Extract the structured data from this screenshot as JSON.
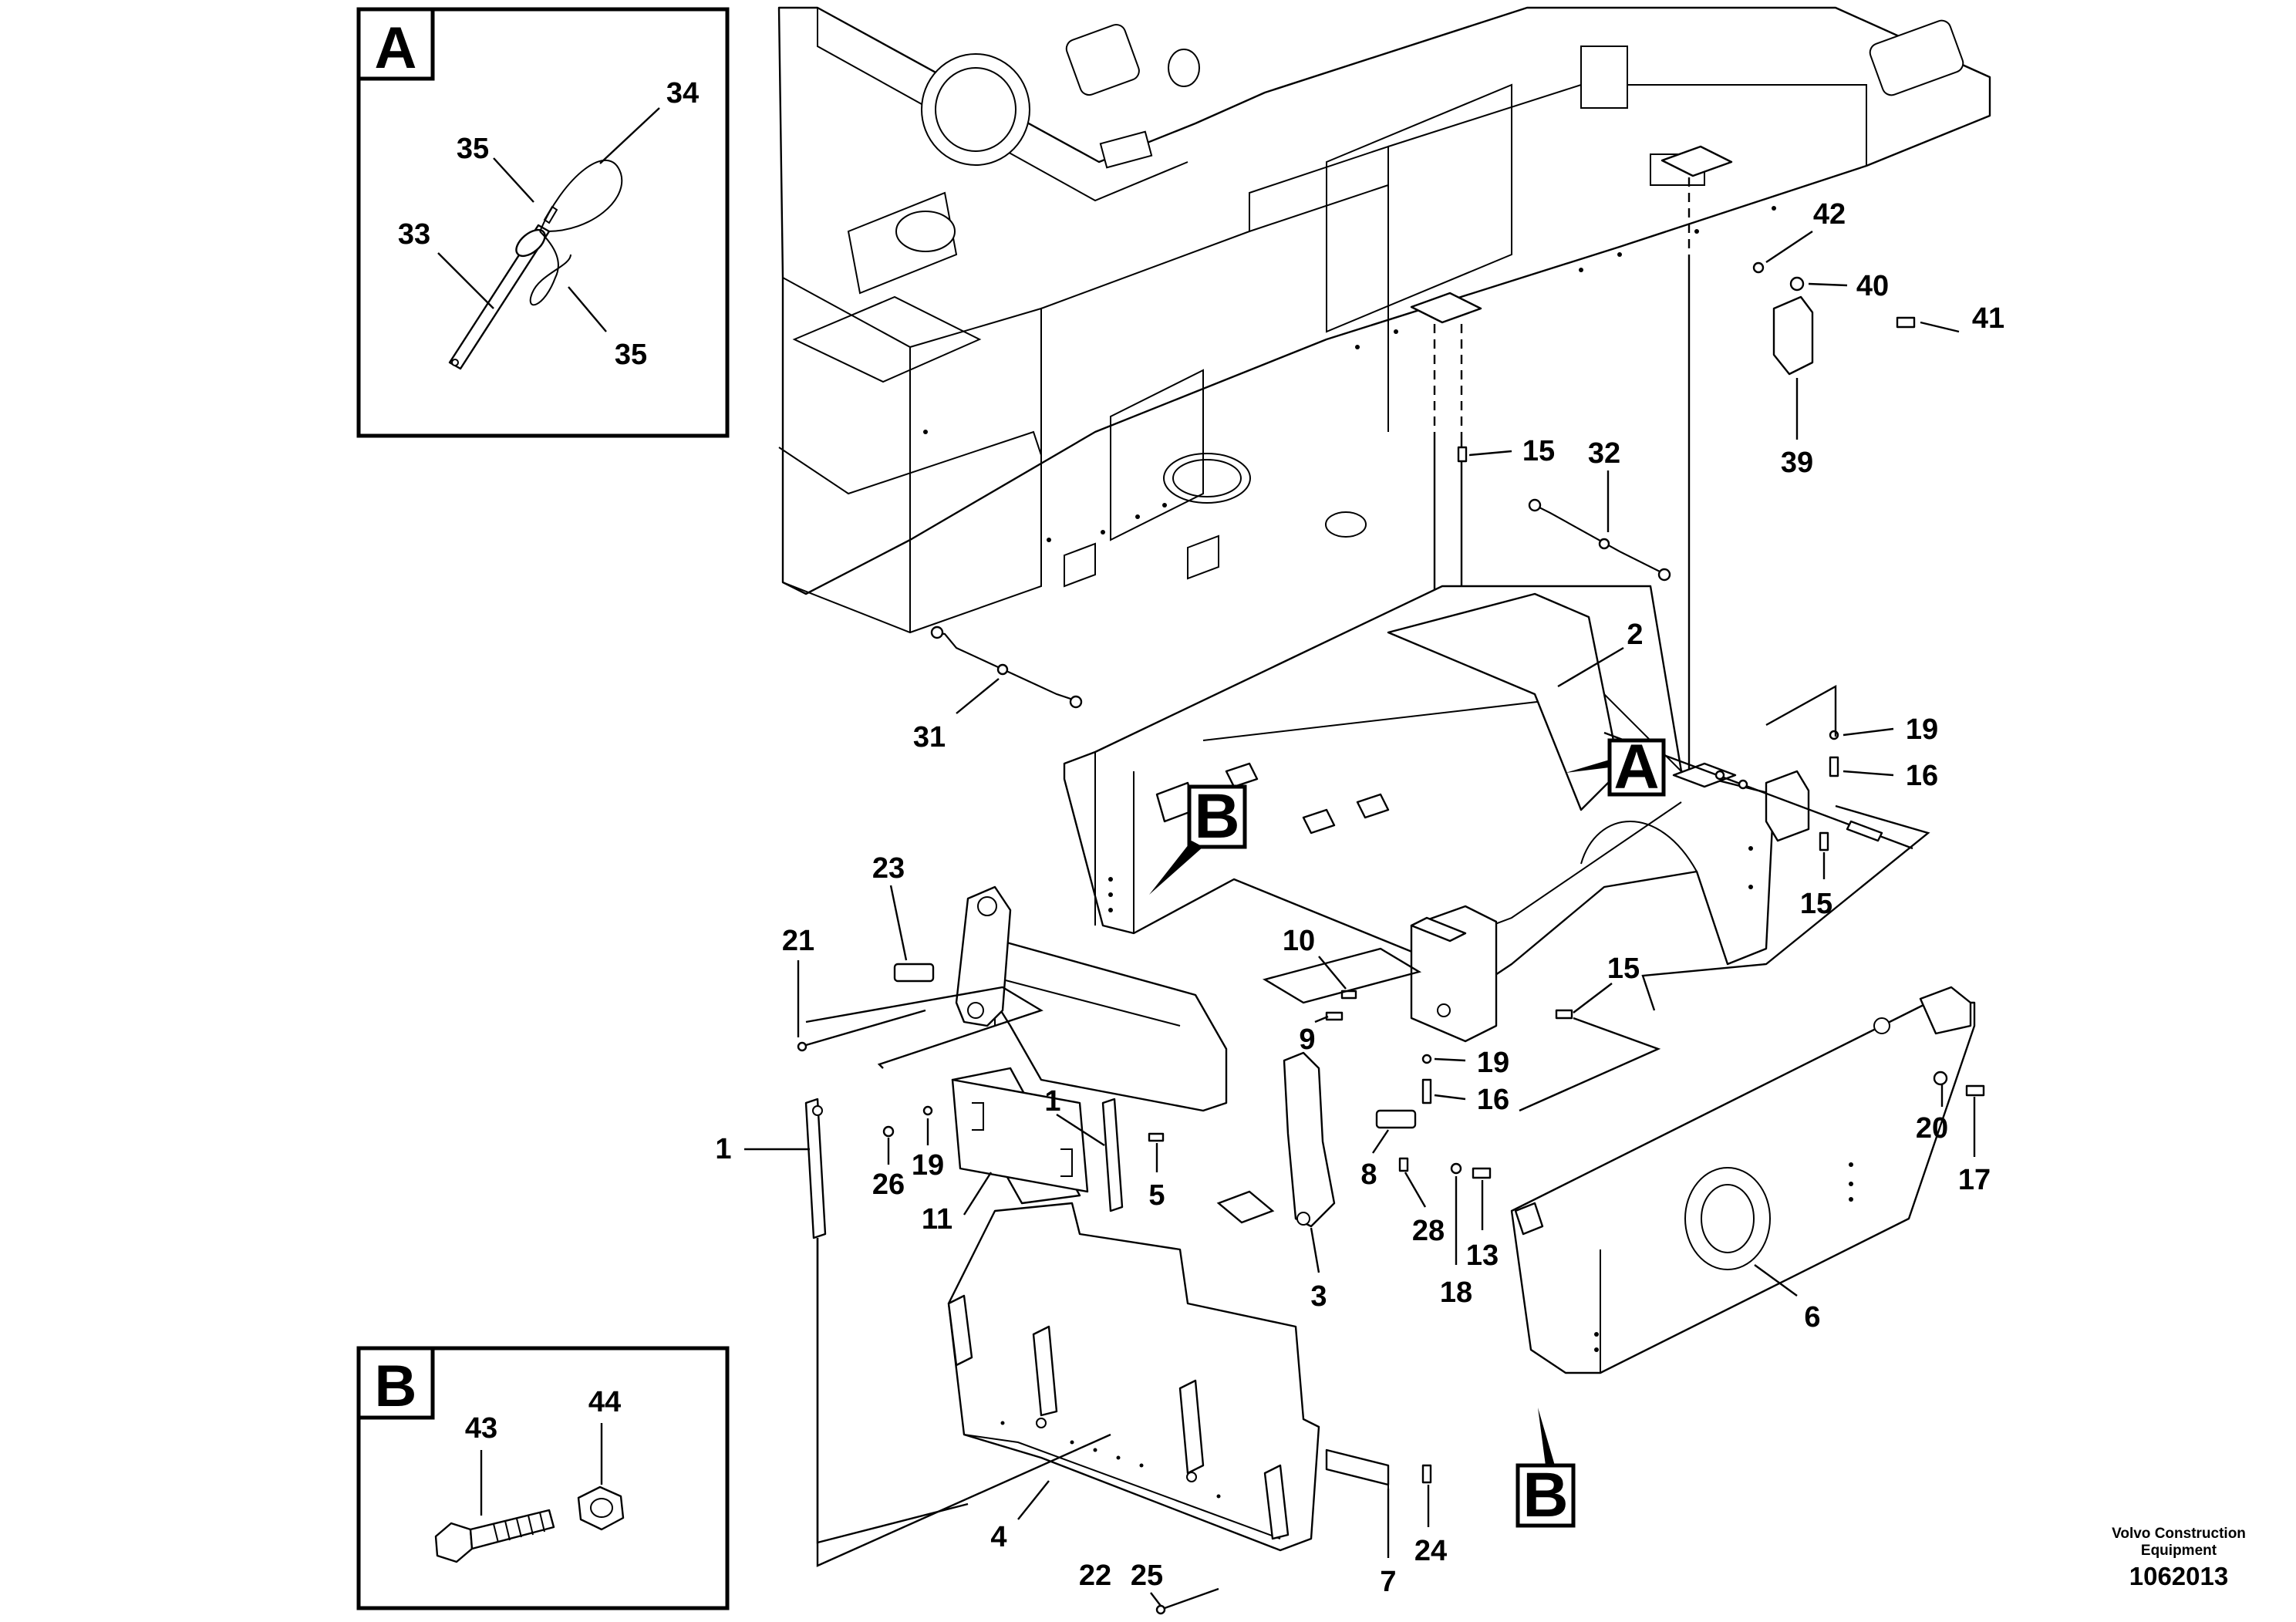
{
  "diagram": {
    "inset_a": {
      "letter": "A",
      "callouts": [
        "34",
        "35",
        "33",
        "35"
      ]
    },
    "inset_b": {
      "letter": "B",
      "callouts": [
        "43",
        "44"
      ]
    },
    "view_callouts": [
      "A",
      "B",
      "B"
    ],
    "part_numbers": [
      "42",
      "40",
      "41",
      "39",
      "15",
      "32",
      "2",
      "31",
      "19",
      "16",
      "15",
      "23",
      "21",
      "10",
      "15",
      "9",
      "19",
      "16",
      "1",
      "19",
      "26",
      "11",
      "1",
      "5",
      "8",
      "28",
      "13",
      "18",
      "20",
      "17",
      "3",
      "6",
      "4",
      "22",
      "25",
      "7",
      "24"
    ]
  },
  "publisher": {
    "name_line1": "Volvo Construction",
    "name_line2": "Equipment",
    "drawing_number": "1062013"
  }
}
